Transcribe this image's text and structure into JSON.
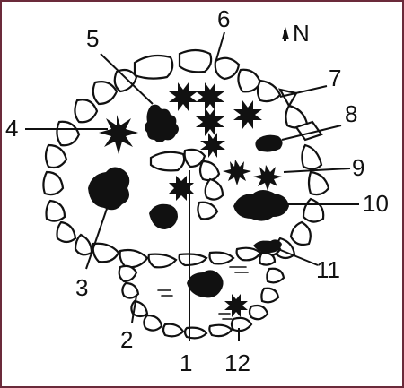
{
  "north_label": "N",
  "labels": [
    {
      "id": "1",
      "text": "1"
    },
    {
      "id": "2",
      "text": "2"
    },
    {
      "id": "3",
      "text": "3"
    },
    {
      "id": "4",
      "text": "4"
    },
    {
      "id": "5",
      "text": "5"
    },
    {
      "id": "6",
      "text": "6"
    },
    {
      "id": "7",
      "text": "7"
    },
    {
      "id": "8",
      "text": "8"
    },
    {
      "id": "9",
      "text": "9"
    },
    {
      "id": "10",
      "text": "10"
    },
    {
      "id": "11",
      "text": "11"
    },
    {
      "id": "12",
      "text": "12"
    }
  ],
  "colors": {
    "frame": "#6b2a3a",
    "ink": "#111111",
    "paper": "#ffffff"
  }
}
